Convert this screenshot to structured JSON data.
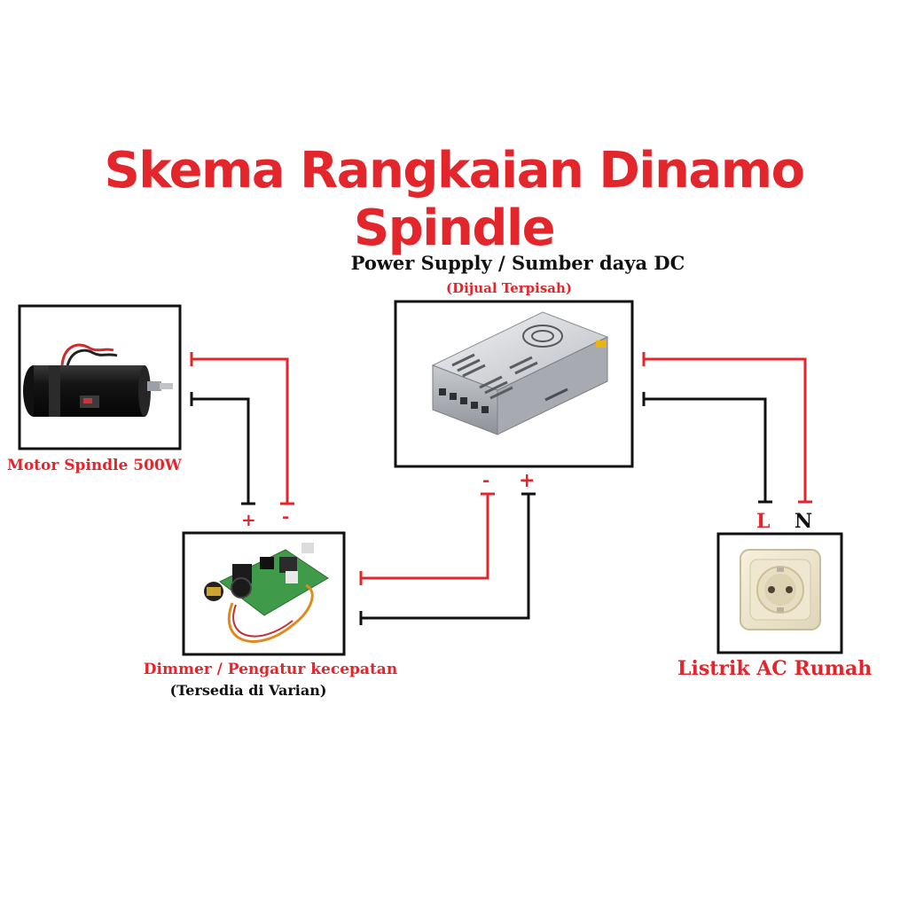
{
  "title": "Skema Rangkaian Dinamo Spindle",
  "power_supply": {
    "label": "Power Supply / Sumber daya DC",
    "note": "(Dijual Terpisah)"
  },
  "motor": {
    "label": "Motor Spindle 500W"
  },
  "dimmer": {
    "label": "Dimmer / Pengatur kecepatan",
    "note": "(Tersedia di Varian)"
  },
  "ac": {
    "label": "Listrik AC Rumah"
  },
  "terminals": {
    "plus": "+",
    "minus": "-",
    "live": "L",
    "neutral": "N"
  },
  "colors": {
    "red": "#e3262b",
    "black": "#111111"
  }
}
